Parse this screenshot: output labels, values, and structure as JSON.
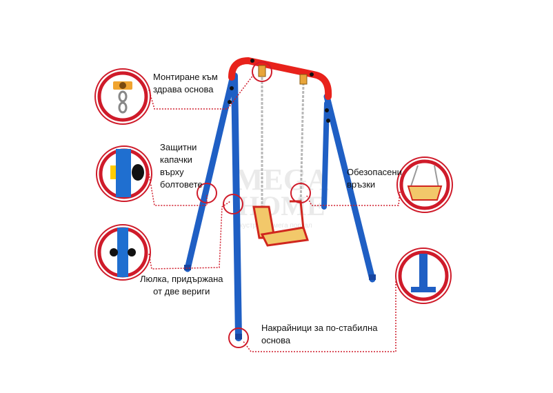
{
  "colors": {
    "frame_blue": "#1f5fc4",
    "top_bar_red": "#e8221b",
    "callout_red": "#cf1b2a",
    "seat_yellow": "#f2c86a",
    "chain_gray": "#b8b8b8"
  },
  "callouts": [
    {
      "id": "mount",
      "lines": [
        "Монтиране към",
        "здрава основа"
      ],
      "icon": "mount-hook-icon"
    },
    {
      "id": "caps",
      "lines": [
        "Защитни",
        "капачки",
        "върху",
        "болтовете"
      ],
      "icon": "bolt-cap-icon"
    },
    {
      "id": "swing",
      "lines": [
        "Люлка, придържана",
        "от две вериги"
      ],
      "icon": "pole-bolts-icon"
    },
    {
      "id": "secure",
      "lines": [
        "Обезопасени",
        "връзки"
      ],
      "icon": "seat-chain-icon"
    },
    {
      "id": "feet",
      "lines": [
        "Накрайници за по-стабилна",
        "основа"
      ],
      "icon": "foot-tip-icon"
    }
  ],
  "watermark": {
    "line1": "MEGA",
    "line2": "HOME",
    "tagline": "екуструпен мега портал"
  }
}
